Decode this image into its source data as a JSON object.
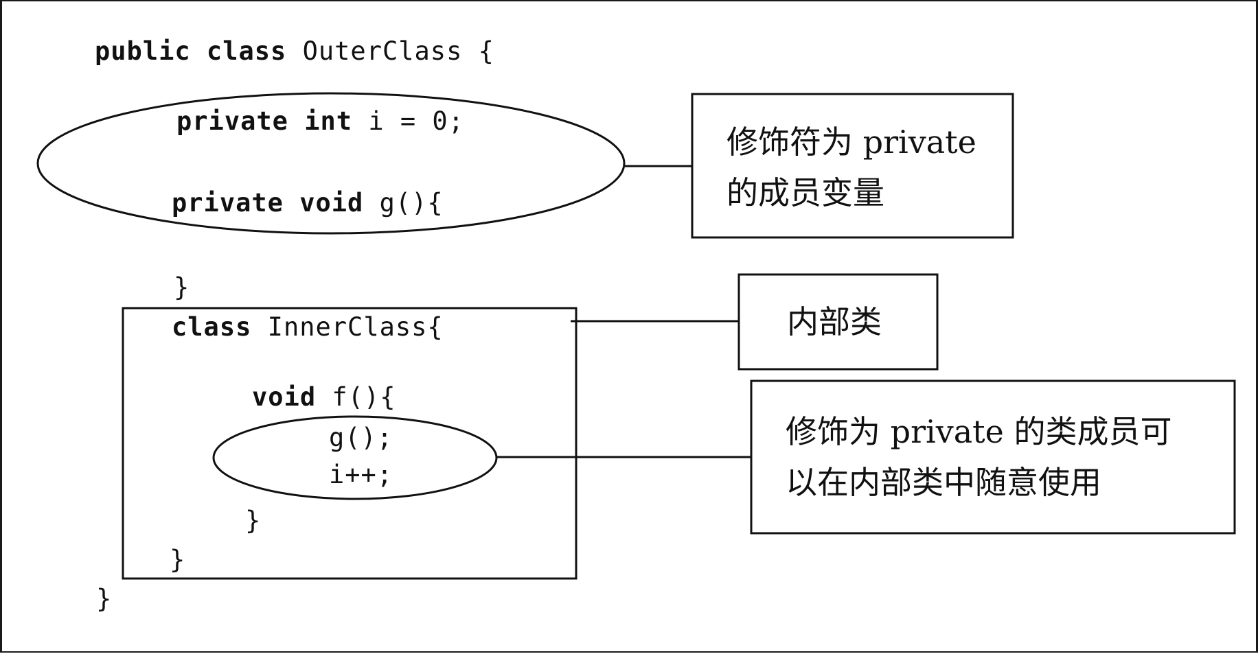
{
  "code": {
    "line1_kw": "public class",
    "line1_rest": " OuterClass {",
    "line2_kw": "private int",
    "line2_rest": " i = 0;",
    "line3_kw": "private void",
    "line3_rest": " g(){",
    "line4": "}",
    "line5_kw": "class",
    "line5_rest": " InnerClass{",
    "line6_kw": "void",
    "line6_rest": " f(){",
    "line7": "g();",
    "line8": "i++;",
    "line9": "}",
    "line10": "}",
    "line11": "}"
  },
  "notes": {
    "private_member_line1": "修饰符为 private",
    "private_member_line2": "的成员变量",
    "inner_class": "内部类",
    "usage_line1": "修饰为 private 的类成员可",
    "usage_line2": "以在内部类中随意使用"
  }
}
